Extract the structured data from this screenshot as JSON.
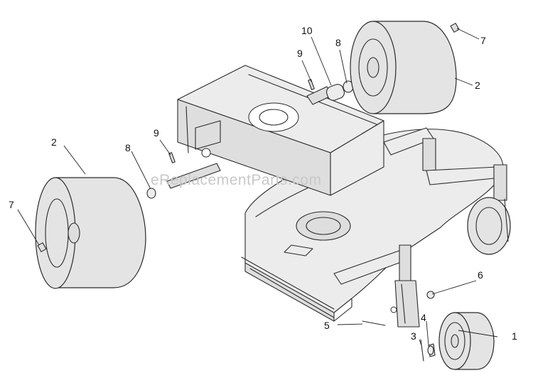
{
  "watermark": "eReplacementParts.com",
  "callouts": [
    {
      "id": "1"
    },
    {
      "id": "2"
    },
    {
      "id": "2"
    },
    {
      "id": "3"
    },
    {
      "id": "4"
    },
    {
      "id": "5"
    },
    {
      "id": "6"
    },
    {
      "id": "7"
    },
    {
      "id": "7"
    },
    {
      "id": "8"
    },
    {
      "id": "8"
    },
    {
      "id": "9"
    },
    {
      "id": "9"
    },
    {
      "id": "10"
    }
  ]
}
